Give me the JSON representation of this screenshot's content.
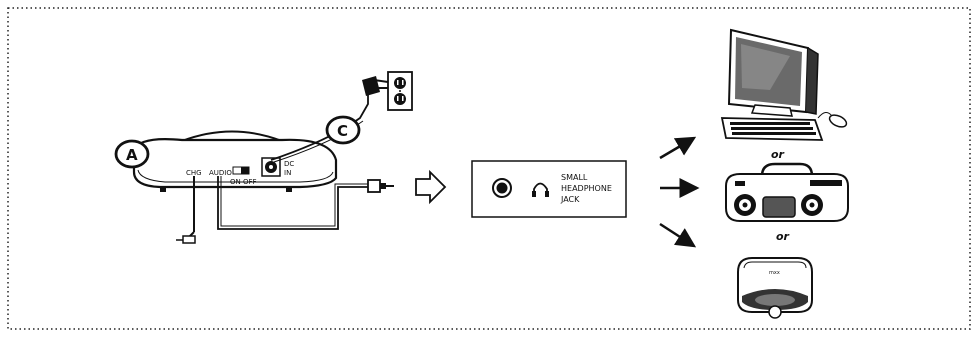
{
  "callouts": {
    "a": "A",
    "c": "C"
  },
  "base_labels": {
    "chg": "CHG",
    "audio": "AUDIO",
    "on_off": "ON OFF",
    "dc": "DC",
    "in": "IN"
  },
  "jack_panel": {
    "line1": "SMALL",
    "line2": "HEADPHONE",
    "line3": "JACK"
  },
  "connectors": {
    "or_1": "or",
    "or_2": "or"
  },
  "devices": {
    "cd_player_brand": "mxx"
  },
  "colors": {
    "ink": "#111111",
    "paper": "#ffffff",
    "screen": "#6a6a6a"
  },
  "icons": [
    "hollow-right-arrow-icon",
    "headphone-icon",
    "wall-outlet-icon",
    "arrow-icon"
  ]
}
